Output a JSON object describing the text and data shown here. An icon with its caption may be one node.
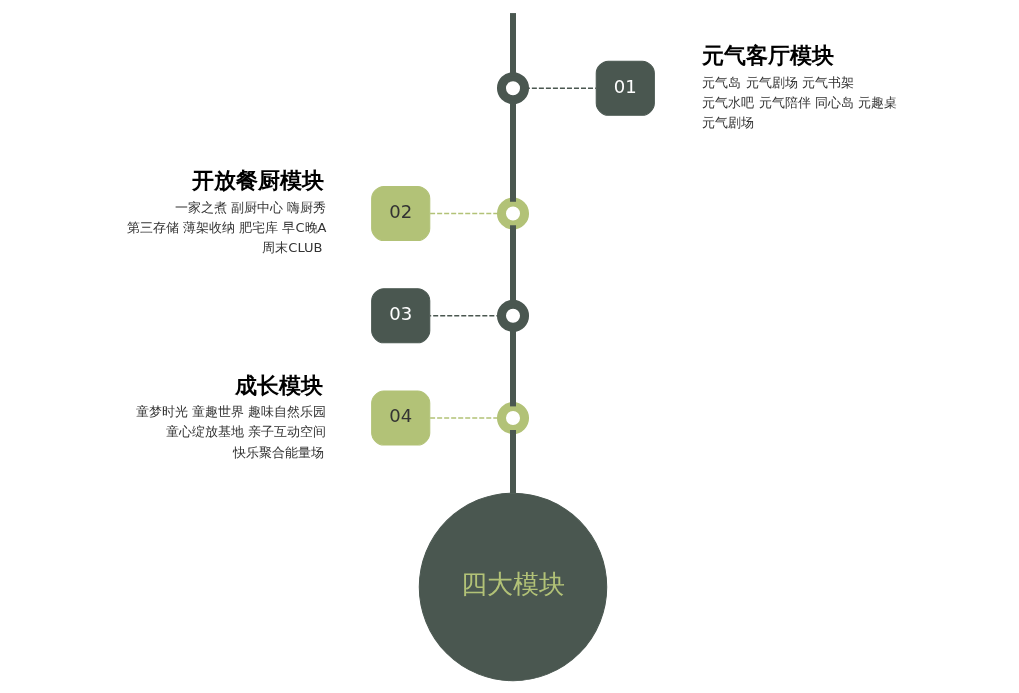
{
  "diagram": {
    "nodes": [
      {
        "text": [],
        "shape": "circle"
      },
      {
        "text": [
          "01"
        ],
        "beside": [
          "元气客厅模块",
          "元气岛 元气剧场 元气书架",
          "元气水吧 元气陪伴 同心岛 元趣桌",
          "元气剧场"
        ]
      },
      {
        "text": [
          "02"
        ],
        "beside": [
          "开放餐厨模块",
          "一家之煮 副厨中心 嗨厨秀",
          "第三存储 薄架收纳 肥宅库 早C晚A",
          "周末CLUB"
        ]
      },
      {
        "text": [],
        "shape": "circle"
      },
      {
        "text": [],
        "shape": "circle"
      },
      {
        "text": [
          "03"
        ]
      },
      {
        "text": [
          "04"
        ],
        "beside": [
          "成长模块",
          "童梦时光 童趣世界 趣味自然乐园",
          "童心绽放基地 亲子互动空间",
          "快乐聚合能量场"
        ]
      },
      {
        "text": [],
        "shape": "circle"
      },
      {
        "text": [
          "四大模块"
        ]
      }
    ],
    "edges": [
      {
        "from": null,
        "to": 0,
        "arrow": "none"
      },
      {
        "from": 0,
        "to": 3,
        "arrow": "none"
      },
      {
        "from": 3,
        "to": 4,
        "arrow": "none"
      },
      {
        "from": 4,
        "to": 7,
        "arrow": "none"
      },
      {
        "from": 7,
        "to": 8,
        "arrow": "none"
      },
      {
        "from": 0,
        "to": 1,
        "arrow": "none",
        "style": "dashed"
      },
      {
        "from": 2,
        "to": 3,
        "arrow": "none",
        "style": "dashed",
        "color": "#b2c277"
      },
      {
        "from": 4,
        "to": 5,
        "arrow": "none",
        "style": "dashed"
      },
      {
        "from": 6,
        "to": 7,
        "arrow": "none",
        "style": "dashed",
        "color": "#b2c277"
      }
    ]
  }
}
